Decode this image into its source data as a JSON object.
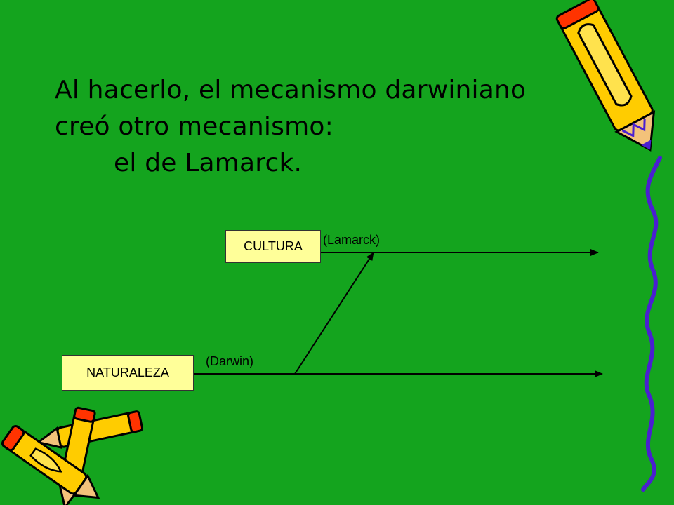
{
  "slide": {
    "title_lines": [
      "Al hacerlo, el mecanismo darwiniano",
      "creó otro mecanismo:",
      "el de Lamarck."
    ]
  },
  "diagram": {
    "nodes": {
      "cultura": "CULTURA",
      "naturaleza": "NATURALEZA"
    },
    "edge_labels": {
      "lamarck": "(Lamarck)",
      "darwin": "(Darwin)"
    }
  },
  "colors": {
    "background": "#14a41e",
    "box_fill": "#ffff99",
    "pencil_body": "#ffcc00",
    "pencil_tip": "#ff3300",
    "squiggle": "#4a1fd1"
  },
  "icons": [
    "pencil-icon",
    "crossed-pencils-icon",
    "wavy-border-decoration"
  ]
}
